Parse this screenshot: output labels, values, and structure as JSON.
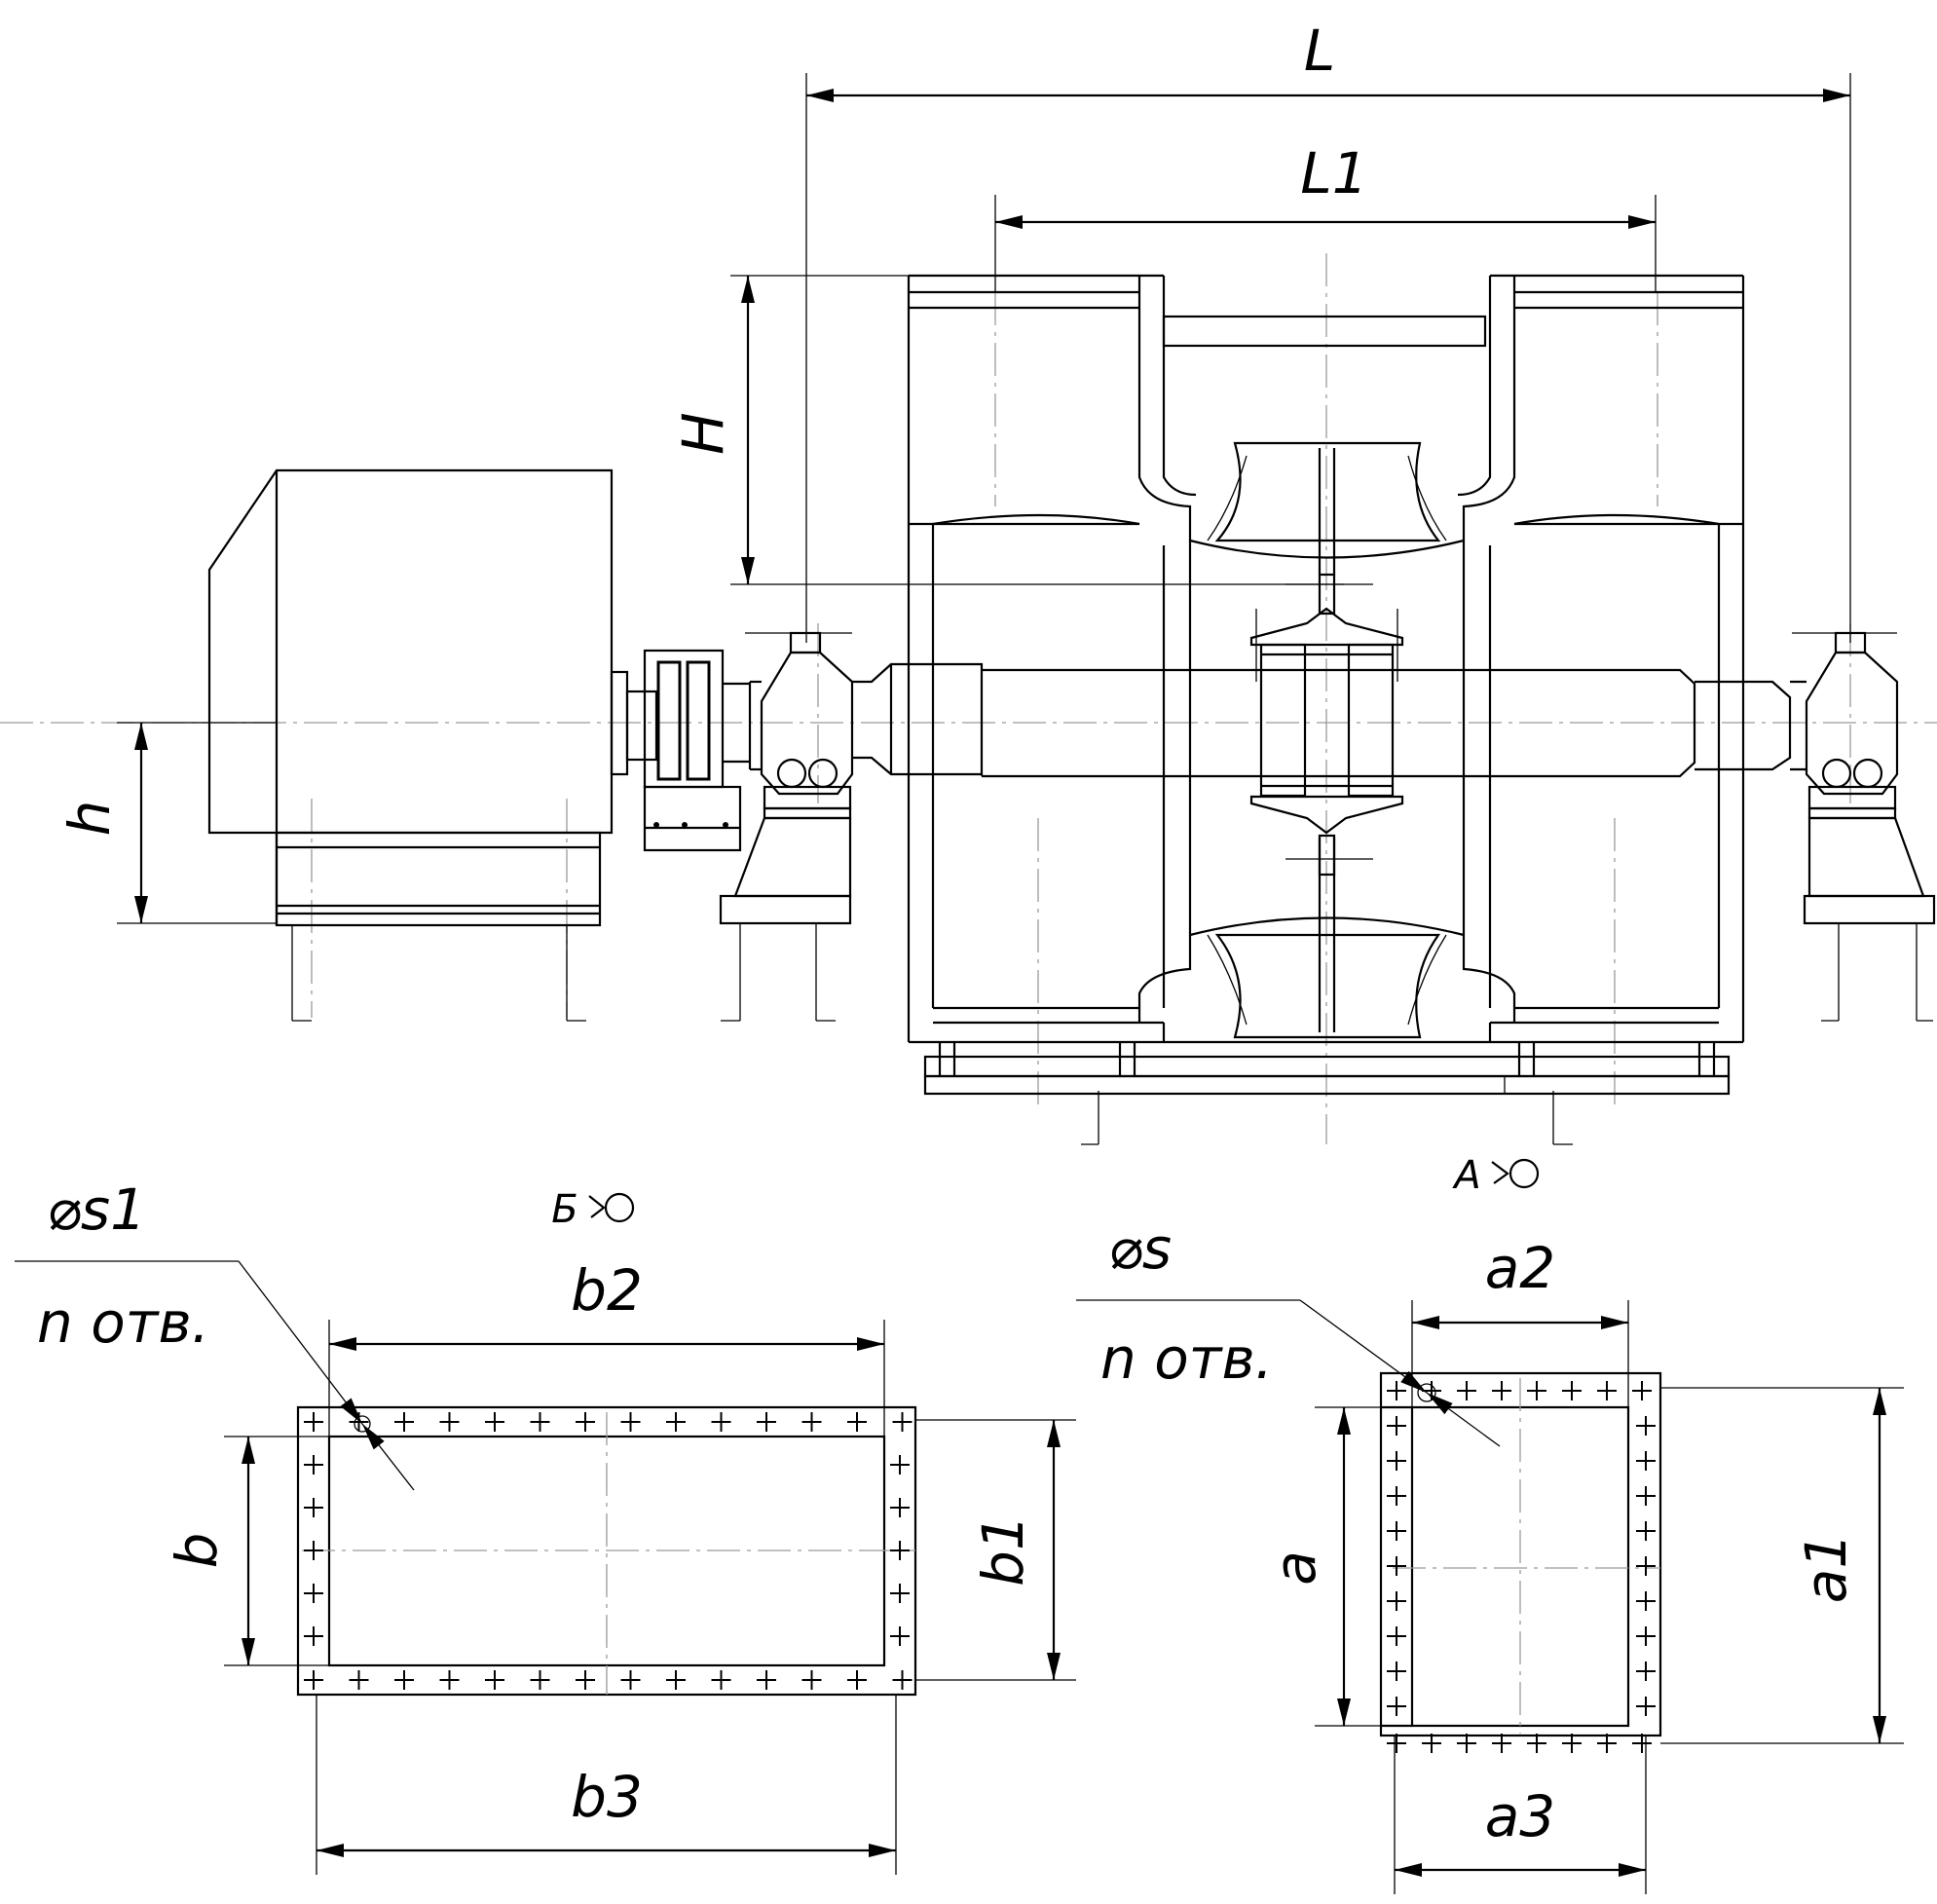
{
  "labels": {
    "L": "L",
    "L1": "L1",
    "H": "H",
    "h": "h",
    "b": "b",
    "b1": "b1",
    "b2": "b2",
    "b3": "b3",
    "a": "a",
    "a1": "a1",
    "a2": "a2",
    "a3": "a3",
    "phi_s1": "⌀s1",
    "phi_s": "⌀s",
    "n_holes_left": "n отв.",
    "n_holes_right": "n отв.",
    "view_A": "A",
    "view_B": "Б"
  }
}
